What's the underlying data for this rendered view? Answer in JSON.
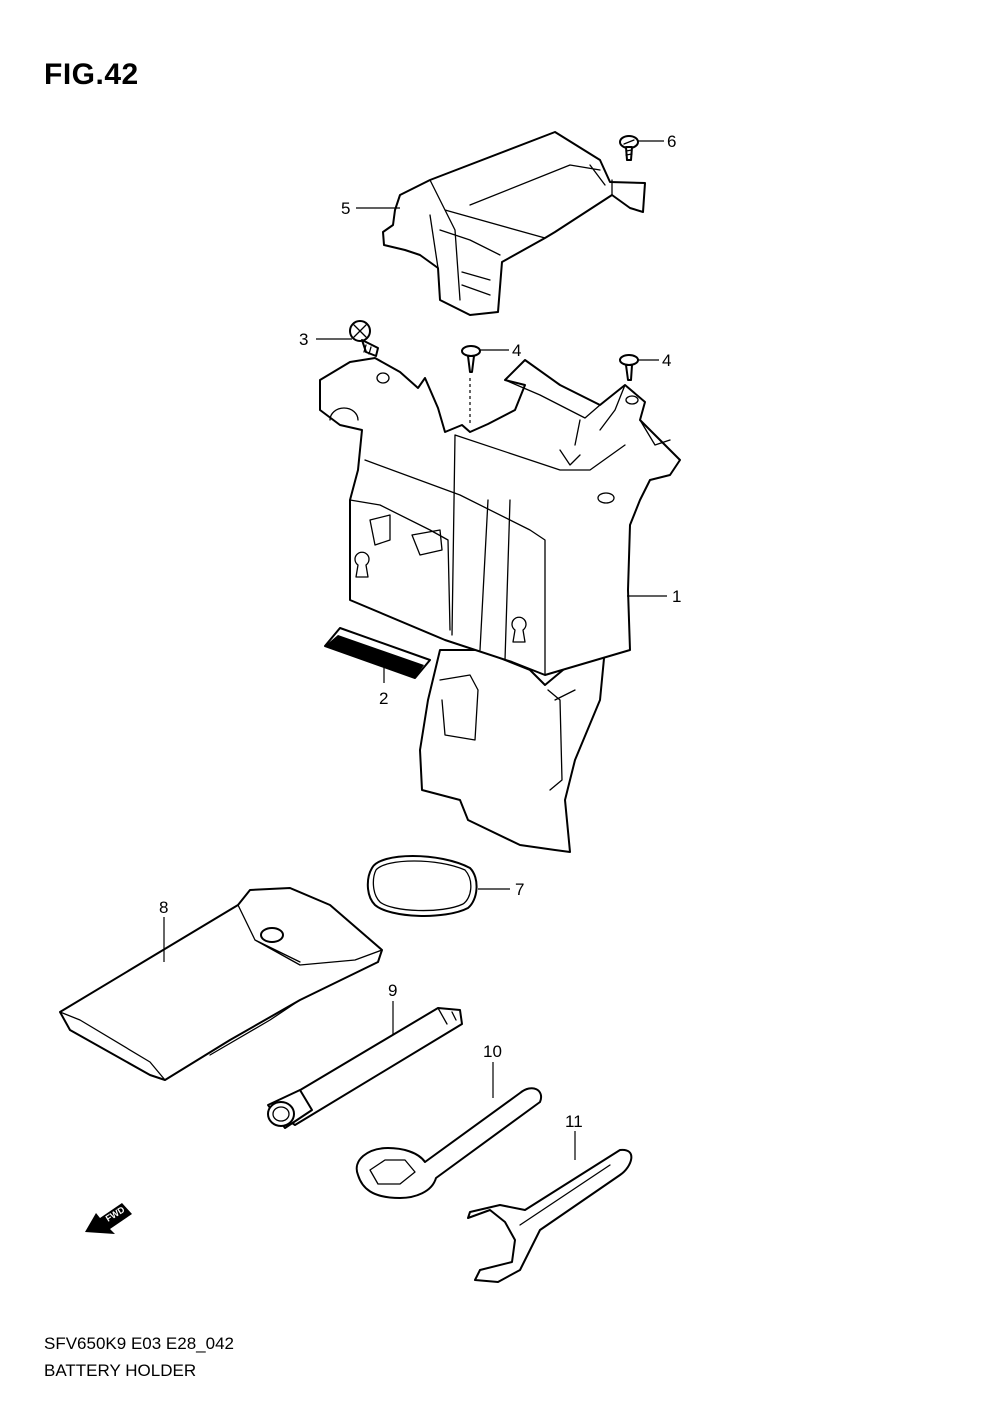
{
  "figure": {
    "title": "FIG.42"
  },
  "footer": {
    "code": "SFV650K9 E03 E28_042",
    "name": "BATTERY HOLDER"
  },
  "fwd_label": "FWD",
  "callouts": [
    {
      "id": "1",
      "part": "battery-holder-case"
    },
    {
      "id": "2",
      "part": "battery-pad"
    },
    {
      "id": "3",
      "part": "holder-bolt"
    },
    {
      "id": "4",
      "part": "tapping-screw"
    },
    {
      "id": "4",
      "part": "tapping-screw"
    },
    {
      "id": "5",
      "part": "upper-holder-bracket"
    },
    {
      "id": "6",
      "part": "bracket-screw"
    },
    {
      "id": "7",
      "part": "o-ring-band"
    },
    {
      "id": "8",
      "part": "tool-bag"
    },
    {
      "id": "9",
      "part": "box-wrench"
    },
    {
      "id": "10",
      "part": "ring-spanner"
    },
    {
      "id": "11",
      "part": "hook-spanner"
    }
  ]
}
